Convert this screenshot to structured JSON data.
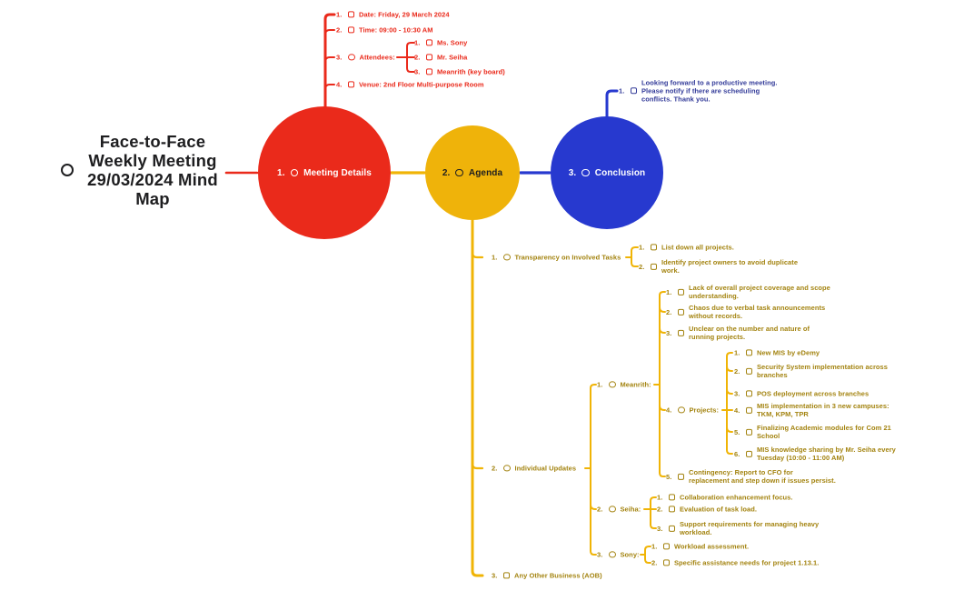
{
  "root": {
    "label": "Face-to-Face\nWeekly Meeting\n29/03/2024 Mind\nMap"
  },
  "colors": {
    "meeting_details": "#ea2a1b",
    "agenda_fill": "#efb30a",
    "agenda_text": "#a3830f",
    "conclusion_fill": "#2739cf",
    "conclusion_text": "#333b99",
    "root_text": "#1e1e20"
  },
  "nodes": {
    "meeting_details": {
      "number": "1.",
      "label": "Meeting Details",
      "items": [
        {
          "number": "1.",
          "label": "Date: Friday, 29 March 2024"
        },
        {
          "number": "2.",
          "label": "Time: 09:00 - 10:30 AM"
        },
        {
          "number": "3.",
          "label": "Attendees:",
          "children": [
            {
              "number": "1.",
              "label": "Ms. Sony"
            },
            {
              "number": "2.",
              "label": "Mr. Seiha"
            },
            {
              "number": "3.",
              "label": "Meanrith (key board)"
            }
          ]
        },
        {
          "number": "4.",
          "label": "Venue: 2nd Floor Multi-purpose Room"
        }
      ]
    },
    "agenda": {
      "number": "2.",
      "label": "Agenda",
      "items": [
        {
          "number": "1.",
          "label": "Transparency on Involved Tasks",
          "children": [
            {
              "number": "1.",
              "label": "List down all projects."
            },
            {
              "number": "2.",
              "label": "Identify project owners to avoid duplicate\nwork."
            }
          ]
        },
        {
          "number": "2.",
          "label": "Individual Updates",
          "children": [
            {
              "number": "1.",
              "label": "Meanrith:",
              "children": [
                {
                  "number": "1.",
                  "label": "Lack of overall project coverage and scope\nunderstanding."
                },
                {
                  "number": "2.",
                  "label": "Chaos due to verbal task announcements\nwithout records."
                },
                {
                  "number": "3.",
                  "label": "Unclear on the number and nature of\nrunning projects."
                },
                {
                  "number": "4.",
                  "label": "Projects:",
                  "children": [
                    {
                      "number": "1.",
                      "label": "New MIS by eDemy"
                    },
                    {
                      "number": "2.",
                      "label": "Security System implementation across\nbranches"
                    },
                    {
                      "number": "3.",
                      "label": "POS deployment across branches"
                    },
                    {
                      "number": "4.",
                      "label": "MIS implementation in 3 new campuses:\nTKM, KPM, TPR"
                    },
                    {
                      "number": "5.",
                      "label": "Finalizing Academic modules for Com 21\nSchool"
                    },
                    {
                      "number": "6.",
                      "label": "MIS knowledge sharing by Mr. Seiha every\nTuesday (10:00 - 11:00 AM)"
                    }
                  ]
                },
                {
                  "number": "5.",
                  "label": "Contingency: Report to CFO for\nreplacement and step down if issues persist."
                }
              ]
            },
            {
              "number": "2.",
              "label": "Seiha:",
              "children": [
                {
                  "number": "1.",
                  "label": "Collaboration enhancement focus."
                },
                {
                  "number": "2.",
                  "label": "Evaluation of task load."
                },
                {
                  "number": "3.",
                  "label": "Support requirements for managing heavy\nworkload."
                }
              ]
            },
            {
              "number": "3.",
              "label": "Sony:",
              "children": [
                {
                  "number": "1.",
                  "label": "Workload assessment."
                },
                {
                  "number": "2.",
                  "label": "Specific assistance needs for project 1.13.1."
                }
              ]
            }
          ]
        },
        {
          "number": "3.",
          "label": "Any Other Business (AOB)"
        }
      ]
    },
    "conclusion": {
      "number": "3.",
      "label": "Conclusion",
      "items": [
        {
          "number": "1.",
          "label": "Looking forward to a productive meeting.\nPlease notify if there are scheduling\nconflicts. Thank you."
        }
      ]
    }
  }
}
